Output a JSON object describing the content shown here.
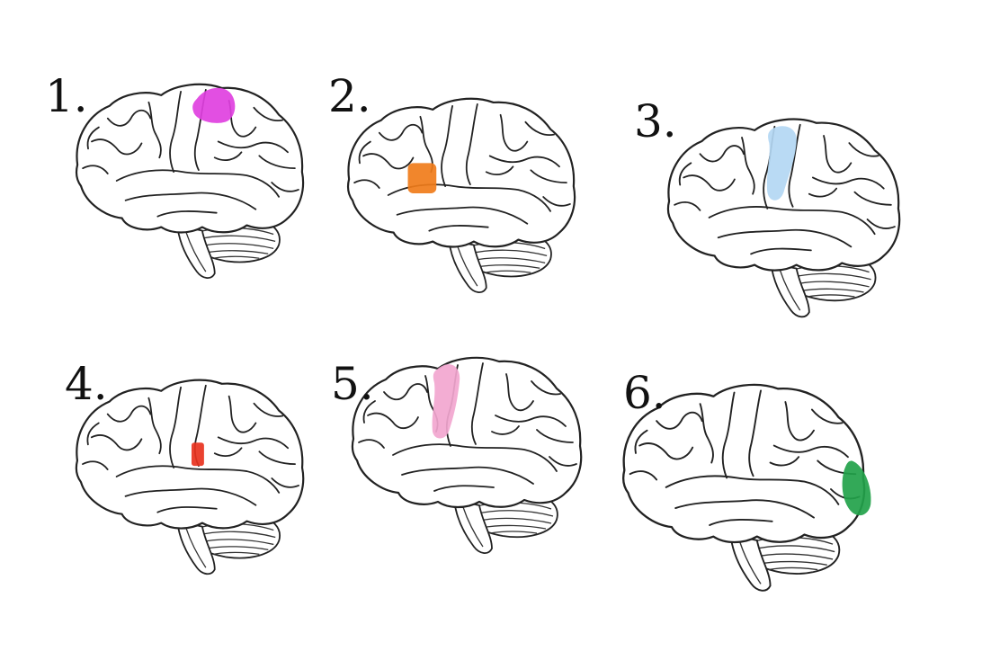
{
  "panels": [
    {
      "label": "1.",
      "highlight_color": "#e040e0"
    },
    {
      "label": "2.",
      "highlight_color": "#f07c1a"
    },
    {
      "label": "3.",
      "highlight_color": "#b3d7f3"
    },
    {
      "label": "4.",
      "highlight_color": "#e8321e"
    },
    {
      "label": "5.",
      "highlight_color": "#f2a6cf"
    },
    {
      "label": "6.",
      "highlight_color": "#22a24a"
    }
  ]
}
